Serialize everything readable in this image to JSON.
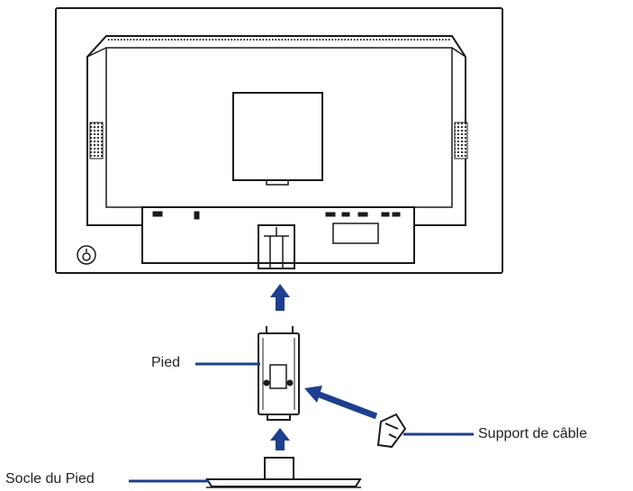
{
  "labels": {
    "pied": "Pied",
    "support_cable": "Support de câble",
    "socle": "Socle du Pied"
  },
  "colors": {
    "line": "#1a1a1a",
    "arrow": "#1e3f8f",
    "background": "#ffffff"
  },
  "icons": {
    "lock": "kensington-lock-icon",
    "assembly_arrow": "arrow-up-icon"
  }
}
